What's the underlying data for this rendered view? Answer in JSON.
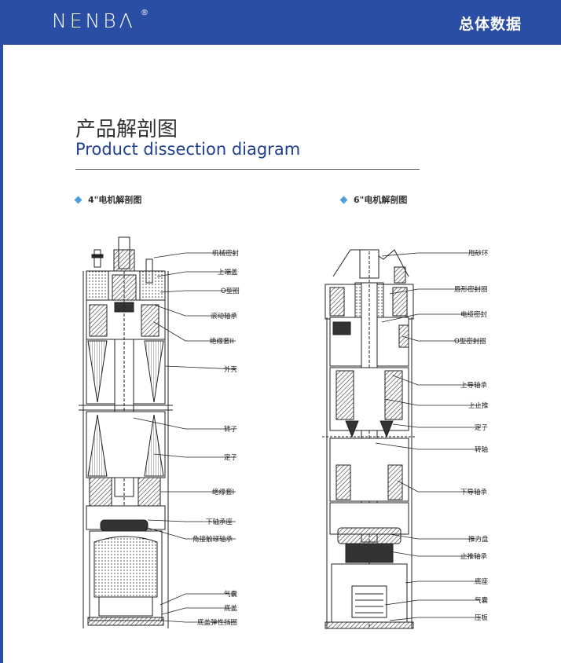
{
  "header": {
    "logo": "NENBΛ",
    "logo_mark": "®",
    "title": "总体数据"
  },
  "title": {
    "cn": "产品解剖图",
    "en": "Product dissection diagram"
  },
  "sections": {
    "left": "4\"电机解剖图",
    "right": "6\"电机解剖图"
  },
  "left_labels": [
    "机械密封",
    "上端盖",
    "O型圈",
    "滚动轴承",
    "绝缘套II",
    "外壳",
    "转子",
    "定子",
    "绝缘套I",
    "下轴承座",
    "角接触球轴承",
    "气囊",
    "底盖",
    "底盖弹性挡圈"
  ],
  "right_labels": [
    "甩砂环",
    "唇形密封圈",
    "电缆密封",
    "O型密封圈",
    "上导轴承",
    "上止推",
    "定子",
    "转轴",
    "下导轴承",
    "推力盘",
    "止推轴承",
    "底座",
    "气囊",
    "压板"
  ],
  "colors": {
    "brand": "#2a4ea3",
    "accent": "#4b9fe0"
  }
}
